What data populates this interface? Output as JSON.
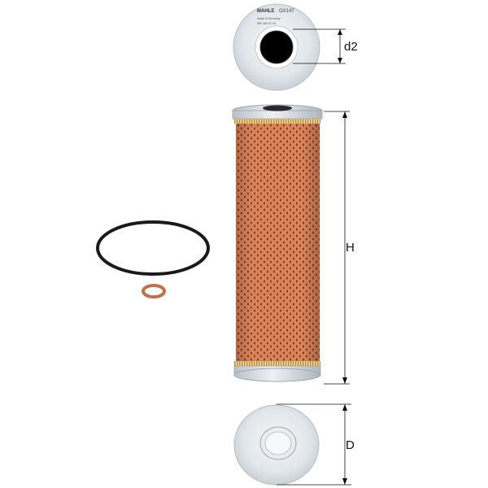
{
  "product": {
    "brand": "MAHLE",
    "model": "OX147",
    "top_fine_print_1": "Made in Germany",
    "top_fine_print_2": "000 184 01 25"
  },
  "dimensions": {
    "inner_diameter_label": "d2",
    "height_label": "H",
    "outer_diameter_label": "D"
  },
  "colors": {
    "filter_paper": "#d9845a",
    "paper_hole": "#8a3c20",
    "end_cap": "#d7dde2",
    "center_bore": "#000000",
    "o_ring": "#1a1a1a",
    "copper_washer": "#c0704a",
    "dimension_line": "#111111"
  }
}
